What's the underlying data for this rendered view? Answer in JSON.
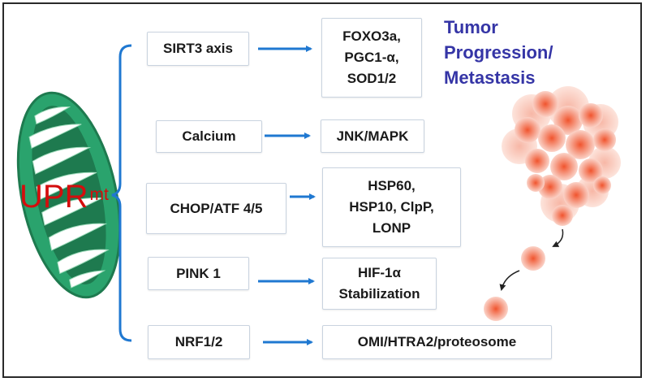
{
  "center_label": {
    "main": "UPR",
    "superscript": "mt"
  },
  "outcome": {
    "lines": [
      "Tumor",
      "Progression/",
      "Metastasis"
    ]
  },
  "pathways": [
    {
      "source": "SIRT3 axis",
      "targets": [
        "FOXO3a,",
        "PGC1-α,",
        "SOD1/2"
      ]
    },
    {
      "source": "Calcium",
      "targets": [
        "JNK/MAPK"
      ]
    },
    {
      "source": "CHOP/ATF 4/5",
      "targets": [
        "HSP60,",
        "HSP10, ClpP,",
        "LONP"
      ]
    },
    {
      "source": "PINK 1",
      "targets": [
        "HIF-1α",
        "Stabilization"
      ]
    },
    {
      "source": "NRF1/2",
      "targets": [
        "OMI/HTRA2/proteosome"
      ]
    }
  ],
  "colors": {
    "arrow": "#1f78d1",
    "mito_outer": "#2aa36d",
    "mito_inner": "#1e7a4f",
    "upr_text": "#d40d0d",
    "tumor_text": "#3535a6",
    "tumor_cell": "#f08a78"
  }
}
